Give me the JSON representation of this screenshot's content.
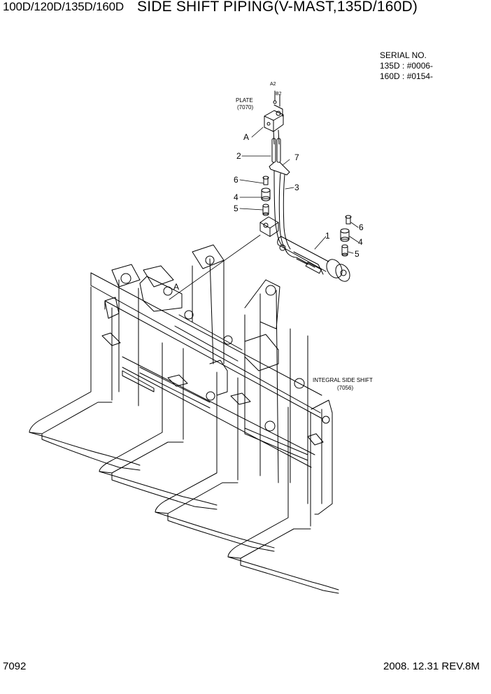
{
  "header": {
    "model": "100D/120D/135D/160D",
    "title": "SIDE SHIFT PIPING(V-MAST,135D/160D)"
  },
  "serial": {
    "heading": "SERIAL NO.",
    "lines": [
      "135D : #0006-",
      "160D : #0154-"
    ]
  },
  "diagram": {
    "plate_label": "PLATE",
    "plate_ref": "(7070)",
    "port_a2": "A2",
    "port_b2": "B2",
    "detail_ref_top": "A",
    "detail_ref_carriage": "A",
    "integral_label": "INTEGRAL SIDE SHIFT",
    "integral_ref": "(7056)",
    "callouts": {
      "c1": "1",
      "c2": "2",
      "c3": "3",
      "c4_left": "4",
      "c4_right": "4",
      "c5_left": "5",
      "c5_right": "5",
      "c6_left": "6",
      "c6_right": "6",
      "c7": "7"
    }
  },
  "footer": {
    "page": "7092",
    "date_rev": "2008. 12.31  REV.8M"
  }
}
